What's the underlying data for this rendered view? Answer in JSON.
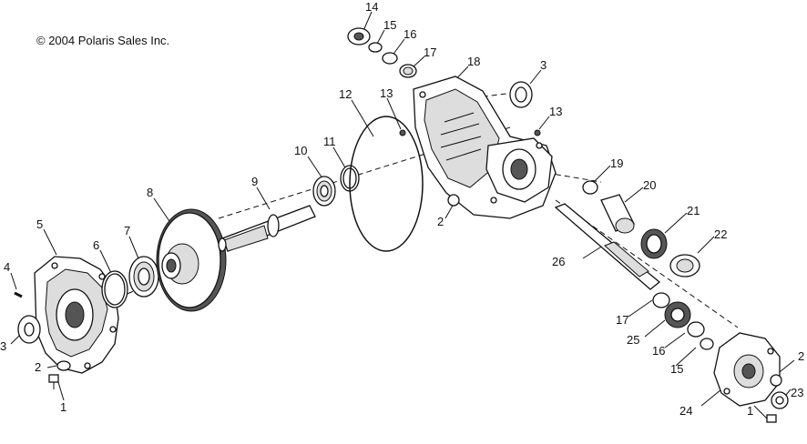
{
  "copyright": "© 2004 Polaris Sales Inc.",
  "callouts": [
    {
      "id": "c14a",
      "label": "14"
    },
    {
      "id": "c15a",
      "label": "15"
    },
    {
      "id": "c16a",
      "label": "16"
    },
    {
      "id": "c17a",
      "label": "17"
    },
    {
      "id": "c18",
      "label": "18"
    },
    {
      "id": "c3a",
      "label": "3"
    },
    {
      "id": "c12",
      "label": "12"
    },
    {
      "id": "c13a",
      "label": "13"
    },
    {
      "id": "c13b",
      "label": "13"
    },
    {
      "id": "c10",
      "label": "10"
    },
    {
      "id": "c11",
      "label": "11"
    },
    {
      "id": "c19",
      "label": "19"
    },
    {
      "id": "c20",
      "label": "20"
    },
    {
      "id": "c9",
      "label": "9"
    },
    {
      "id": "c8",
      "label": "8"
    },
    {
      "id": "c2a",
      "label": "2"
    },
    {
      "id": "c21",
      "label": "21"
    },
    {
      "id": "c22",
      "label": "22"
    },
    {
      "id": "c5",
      "label": "5"
    },
    {
      "id": "c7",
      "label": "7"
    },
    {
      "id": "c6",
      "label": "6"
    },
    {
      "id": "c26",
      "label": "26"
    },
    {
      "id": "c4",
      "label": "4"
    },
    {
      "id": "c17b",
      "label": "17"
    },
    {
      "id": "c25",
      "label": "25"
    },
    {
      "id": "c3b",
      "label": "3"
    },
    {
      "id": "c16b",
      "label": "16"
    },
    {
      "id": "c15b",
      "label": "15"
    },
    {
      "id": "c2b",
      "label": "2"
    },
    {
      "id": "c2c",
      "label": "2"
    },
    {
      "id": "c1a",
      "label": "1"
    },
    {
      "id": "c24",
      "label": "24"
    },
    {
      "id": "c23",
      "label": "23"
    },
    {
      "id": "c1b",
      "label": "1"
    }
  ]
}
